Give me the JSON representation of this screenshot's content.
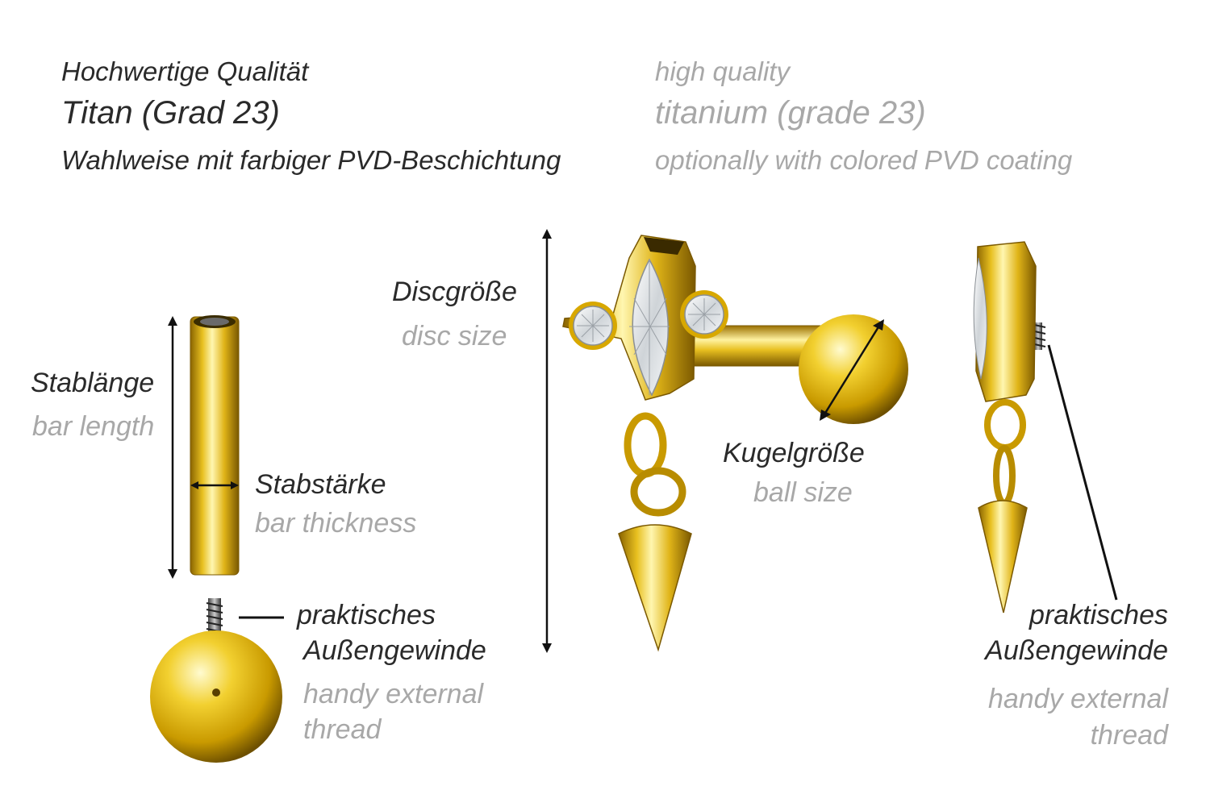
{
  "header": {
    "de": {
      "line1": "Hochwertige Qualität",
      "line2": "Titan (Grad 23)",
      "line3": "Wahlweise mit farbiger PVD-Beschichtung"
    },
    "en": {
      "line1": "high quality",
      "line2": "titanium (grade 23)",
      "line3": "optionally with colored PVD coating"
    }
  },
  "labels": {
    "bar_length": {
      "de": "Stablänge",
      "en": "bar length"
    },
    "bar_thickness": {
      "de": "Stabstärke",
      "en": "bar thickness"
    },
    "disc_size": {
      "de": "Discgröße",
      "en": "disc size"
    },
    "ball_size": {
      "de": "Kugelgröße",
      "en": "ball size"
    },
    "thread_left": {
      "de1": "praktisches",
      "de2": "Außengewinde",
      "en1": "handy external",
      "en2": "thread"
    },
    "thread_right": {
      "de1": "praktisches",
      "de2": "Außengewinde",
      "en1": "handy external",
      "en2": "thread"
    }
  },
  "colors": {
    "gold_light": "#fff2a0",
    "gold_mid": "#e8c020",
    "gold_dark": "#8a6400",
    "text_dark": "#2a2a2a",
    "text_light": "#a8a8a8"
  }
}
